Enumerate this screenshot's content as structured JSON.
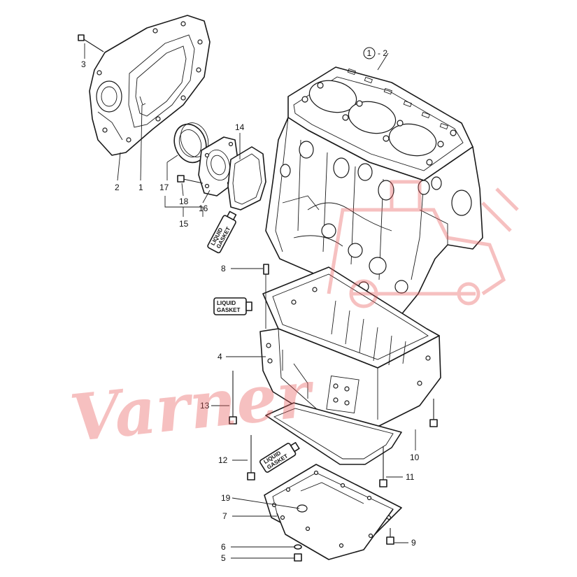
{
  "diagram": {
    "callouts": {
      "c1": "1",
      "c2": "2",
      "c3": "3",
      "c4": "4",
      "c5": "5",
      "c6": "6",
      "c7": "7",
      "c8": "8",
      "c9": "9",
      "c10": "10",
      "c11": "11",
      "c12": "12",
      "c13": "13",
      "c14": "14",
      "c15": "15",
      "c16": "16",
      "c17": "17",
      "c18": "18",
      "c19": "19",
      "block_circled": "1",
      "block_suffix": "- 2"
    },
    "liquid_gasket": {
      "line1": "LIQUID",
      "line2": "GASKET"
    },
    "watermark": {
      "text": "Varner"
    }
  }
}
